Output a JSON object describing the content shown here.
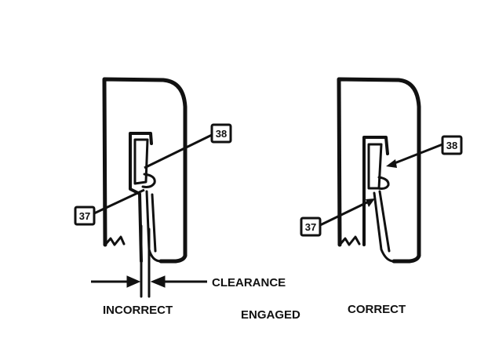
{
  "labels": {
    "clearance": "CLEARANCE",
    "incorrect": "INCORRECT",
    "engaged": "ENGAGED",
    "correct": "CORRECT"
  },
  "callouts": {
    "left_upper": "38",
    "left_lower": "37",
    "right_upper": "38",
    "right_lower": "37"
  },
  "colors": {
    "ink": "#111111",
    "paper": "#ffffff"
  }
}
